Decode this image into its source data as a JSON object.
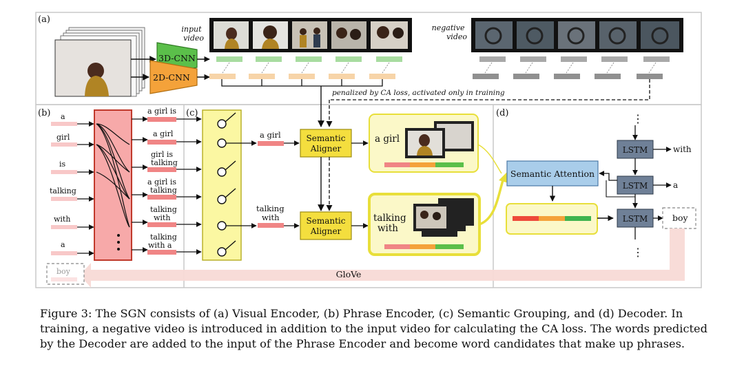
{
  "panels": {
    "a": "(a)",
    "b": "(b)",
    "c": "(c)",
    "d": "(d)"
  },
  "visual_encoder": {
    "input_video_label": [
      "input",
      "video"
    ],
    "negative_video_label": [
      "negative",
      "video"
    ],
    "cnn3d": "3D-CNN",
    "cnn2d": "2D-CNN",
    "ca_loss_note": "penalized by CA loss, activated only in training"
  },
  "phrase_encoder": {
    "words": [
      "a",
      "girl",
      "is",
      "talking",
      "with",
      "a"
    ],
    "phrases": [
      [
        "a girl is"
      ],
      [
        "a girl"
      ],
      [
        "girl is",
        "talking"
      ],
      [
        "a girl is",
        "talking"
      ],
      [
        "talking",
        "with"
      ],
      [
        "talking",
        "with a"
      ]
    ],
    "next_word": "boy"
  },
  "semantic_grouping": {
    "aligner_label": [
      "Semantic",
      "Aligner"
    ],
    "phrase1": [
      "a girl"
    ],
    "phrase2": [
      "talking",
      "with"
    ],
    "group1_text": [
      "a girl"
    ],
    "group2_text": [
      "talking",
      "with"
    ]
  },
  "decoder": {
    "semantic_attention": "Semantic Attention",
    "lstm": "LSTM",
    "outputs": [
      "with",
      "a",
      "boy"
    ],
    "ellipsis": "⋮"
  },
  "glove_label": "GloVe",
  "colors": {
    "green_feature": "#a8dca0",
    "orange_feature": "#f7d4a8",
    "gray_feature": "#a9a9a9",
    "cnn3d_fill": "#5bbf4a",
    "cnn2d_fill": "#f4a23a",
    "phrase_encoder_fill": "#f7a9a9",
    "grouping_fill": "#fbf7a2",
    "aligner_fill": "#f4de3e",
    "lstm_fill": "#6f8097",
    "attention_fill": "#a9cdea",
    "glove_arrow": "#f8dad6",
    "phrase_bar": "#f08585"
  },
  "caption": "Figure 3: The SGN consists of (a) Visual Encoder, (b) Phrase Encoder, (c) Semantic Grouping, and (d) Decoder. In training, a negative video is introduced in addition to the input video for calculating the CA loss. The words predicted by the Decoder are added to the input of the Phrase Encoder and become word candidates that make up phrases."
}
